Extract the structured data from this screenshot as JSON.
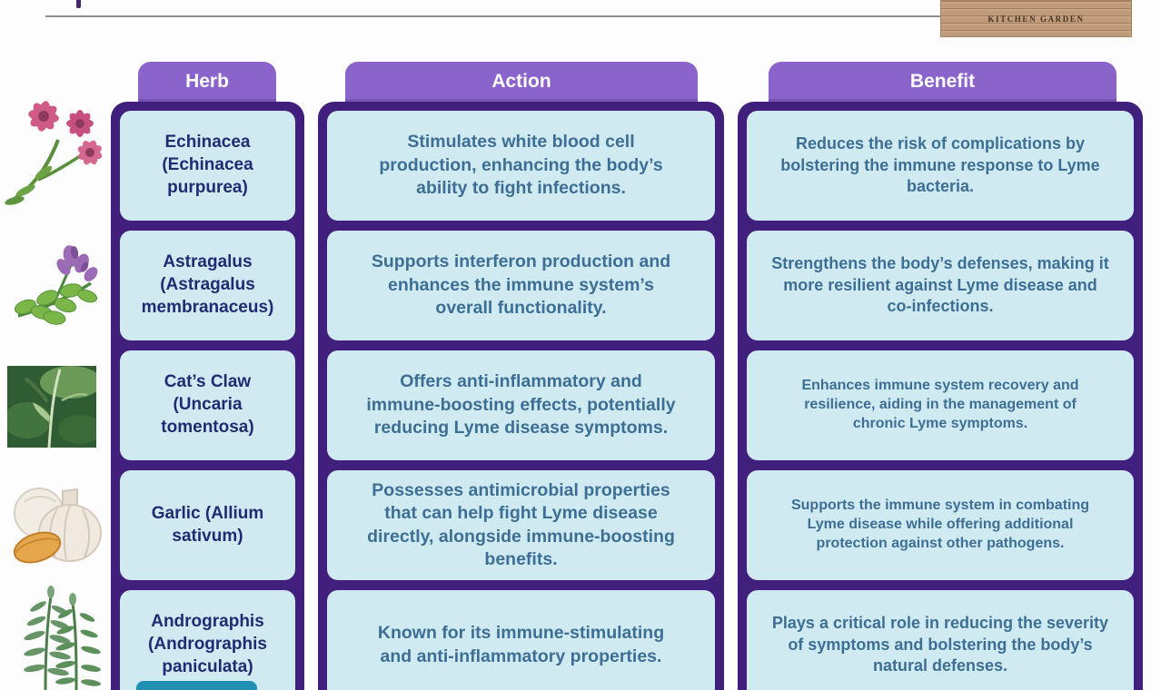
{
  "logo": {
    "text": "KITCHEN GARDEN"
  },
  "table": {
    "columns": [
      {
        "label": "Herb"
      },
      {
        "label": "Action"
      },
      {
        "label": "Benefit"
      }
    ],
    "rows": [
      {
        "herb": "Echinacea (Echinacea purpurea)",
        "action": "Stimulates white blood cell production, enhancing the body’s ability to fight infections.",
        "benefit": "Reduces the risk of complications by bolstering the immune response to Lyme bacteria.",
        "icon": "echinacea-illustration"
      },
      {
        "herb": "Astragalus (Astragalus membranaceus)",
        "action": "Supports interferon production and enhances the immune system’s overall functionality.",
        "benefit": "Strengthens the body’s defenses, making it more resilient against Lyme disease and co-infections.",
        "icon": "astragalus-illustration"
      },
      {
        "herb": "Cat’s Claw (Uncaria tomentosa)",
        "action": "Offers anti-inflammatory and immune-boosting effects, potentially reducing Lyme disease symptoms.",
        "benefit": "Enhances immune system recovery and resilience, aiding in the management of chronic Lyme symptoms.",
        "icon": "cats-claw-illustration"
      },
      {
        "herb": "Garlic (Allium sativum)",
        "action": "Possesses antimicrobial properties that can help fight Lyme disease directly, alongside immune-boosting benefits.",
        "benefit": "Supports the immune system in combating Lyme disease while offering additional protection against other pathogens.",
        "icon": "garlic-illustration"
      },
      {
        "herb": "Andrographis (Andrographis paniculata)",
        "action": "Known for its immune-stimulating and anti-inflammatory properties.",
        "benefit": "Plays a critical role in reducing the severity of symptoms and bolstering the body’s natural defenses.",
        "icon": "andrographis-illustration"
      }
    ]
  },
  "colors": {
    "page_bg": "#fdfdfe",
    "tab_purple": "#8a64cb",
    "container_purple": "#40207c",
    "cell_blue": "#d0eaf2",
    "herb_text": "#1d2d72",
    "body_text": "#3d6f94",
    "logo_tan": "#c19b79",
    "teal_accent": "#2090b2"
  }
}
